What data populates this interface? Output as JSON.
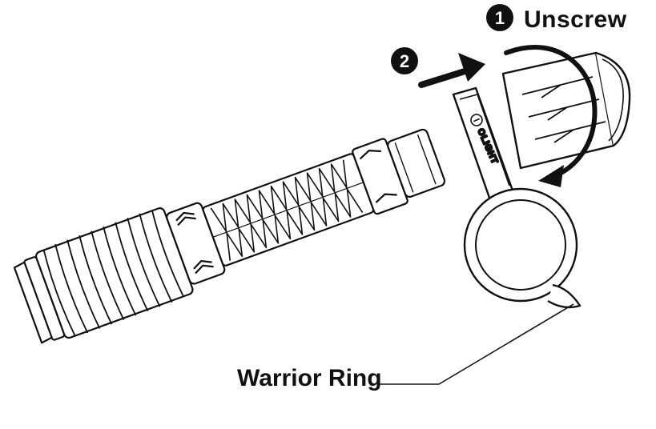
{
  "steps": [
    {
      "number": "1",
      "label": "Unscrew"
    },
    {
      "number": "2",
      "label": ""
    }
  ],
  "callouts": {
    "warrior_ring": "Warrior Ring"
  },
  "clip_brand": "OLIGHT",
  "colors": {
    "ink": "#111111",
    "paper": "#ffffff"
  },
  "icons": {
    "step_badge": "filled-circle-number",
    "insert_arrow": "arrow-right",
    "rotation_arrow": "curved-arrow-counterclockwise"
  }
}
